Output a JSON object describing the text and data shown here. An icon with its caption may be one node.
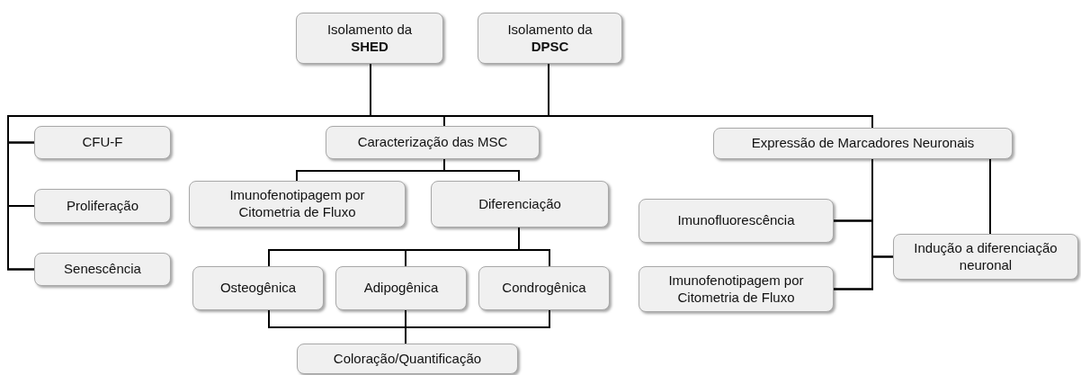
{
  "diagram": {
    "nodes": [
      {
        "text": [
          "Isolamento da **SHED**"
        ]
      },
      {
        "text": [
          "Isolamento da **DPSC**"
        ]
      },
      {
        "text": [
          "CFU-F"
        ]
      },
      {
        "text": [
          "Proliferação"
        ]
      },
      {
        "text": [
          "Senescência"
        ]
      },
      {
        "text": [
          "Caracterização das MSC"
        ]
      },
      {
        "text": [
          "Imunofenotipagem por Citometria de Fluxo"
        ]
      },
      {
        "text": [
          "Diferenciação"
        ]
      },
      {
        "text": [
          "Osteogênica"
        ]
      },
      {
        "text": [
          "Adipogênica"
        ]
      },
      {
        "text": [
          "Condrogênica"
        ]
      },
      {
        "text": [
          "Coloração/Quantificação"
        ]
      },
      {
        "text": [
          "Expressão de Marcadores Neuronais"
        ]
      },
      {
        "text": [
          "Imunofluorescência"
        ]
      },
      {
        "text": [
          "Imunofenotipagem por Citometria de Fluxo"
        ]
      },
      {
        "text": [
          "Indução a diferenciação neuronal"
        ]
      }
    ],
    "edges": [
      {
        "from": 0,
        "to": 2,
        "arrow": "none"
      },
      {
        "from": 0,
        "to": 3,
        "arrow": "none"
      },
      {
        "from": 0,
        "to": 4,
        "arrow": "none"
      },
      {
        "from": 0,
        "to": 5,
        "arrow": "none"
      },
      {
        "from": 0,
        "to": 12,
        "arrow": "none"
      },
      {
        "from": 1,
        "to": 2,
        "arrow": "none"
      },
      {
        "from": 1,
        "to": 3,
        "arrow": "none"
      },
      {
        "from": 1,
        "to": 4,
        "arrow": "none"
      },
      {
        "from": 1,
        "to": 5,
        "arrow": "none"
      },
      {
        "from": 1,
        "to": 12,
        "arrow": "none"
      },
      {
        "from": 5,
        "to": 6,
        "arrow": "none"
      },
      {
        "from": 5,
        "to": 7,
        "arrow": "none"
      },
      {
        "from": 7,
        "to": 8,
        "arrow": "none"
      },
      {
        "from": 7,
        "to": 9,
        "arrow": "none"
      },
      {
        "from": 7,
        "to": 10,
        "arrow": "none"
      },
      {
        "from": 8,
        "to": 11,
        "arrow": "none"
      },
      {
        "from": 9,
        "to": 11,
        "arrow": "none"
      },
      {
        "from": 10,
        "to": 11,
        "arrow": "none"
      },
      {
        "from": 12,
        "to": 13,
        "arrow": "none"
      },
      {
        "from": 12,
        "to": 14,
        "arrow": "none"
      },
      {
        "from": 12,
        "to": 15,
        "arrow": "none"
      },
      {
        "from": 15,
        "to": 13,
        "arrow": "none"
      },
      {
        "from": 15,
        "to": 14,
        "arrow": "none"
      }
    ]
  }
}
